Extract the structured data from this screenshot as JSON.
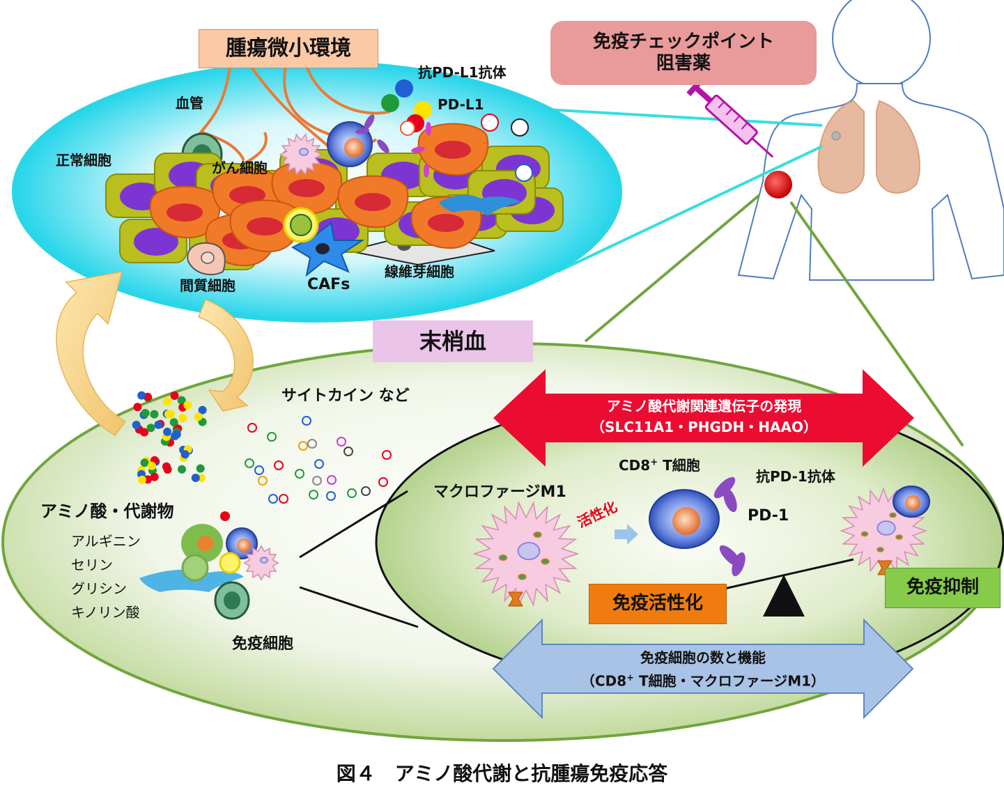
{
  "tumor": {
    "title": "腫瘍微小環境",
    "blood_vessel": "血管",
    "normal_cell": "正常細胞",
    "cancer_cell": "がん細胞",
    "stromal_cell": "間質細胞",
    "cafs": "CAFs",
    "fibroblast": "線維芽細胞",
    "anti_pdl1": "抗PD-L1抗体",
    "pdl1": "PD-L1"
  },
  "checkpoint_inhibitor": {
    "line1": "免疫チェックポイント",
    "line2": "阻害薬"
  },
  "peripheral": {
    "title": "末梢血",
    "cytokines": "サイトカイン など",
    "amino_heading": "アミノ酸・代謝物",
    "amino_list": [
      "アルギニン",
      "セリン",
      "グリシン",
      "キノリン酸"
    ],
    "immune_cells": "免疫細胞"
  },
  "inner": {
    "macrophage": "マクロファージM1",
    "activation_arrow": "活性化",
    "cd8": {
      "main": "CD8",
      "sup": "+",
      "rest": " T細胞"
    },
    "anti_pd1": "抗PD-1抗体",
    "pd1": "PD-1",
    "immune_activation": "免疫活性化",
    "immune_suppression": "免疫抑制"
  },
  "red_arrow": {
    "line1": "アミノ酸代謝関連遺伝子の発現",
    "line2": "（SLC11A1・PHGDH・HAAO）"
  },
  "blue_arrow": {
    "line1": "免疫細胞の数と機能",
    "line2_a": "（CD8",
    "line2_sup": "+",
    "line2_b": " T細胞・マクロファージM1）"
  },
  "caption": "図４　アミノ酸代謝と抗腫瘍免疫応答",
  "colors": {
    "tumor_title_bg": "#fbc9a6",
    "checkpoint_bg": "#e99a9a",
    "peripheral_title_bg": "#ebc4ea",
    "red_arrow": "#ec0c32",
    "blue_arrow": "#a8c3e6",
    "activation_bg": "#f07c10",
    "suppression_bg": "#86cb4a",
    "green_line": "#71a53d",
    "cyan_line": "#35dede"
  }
}
